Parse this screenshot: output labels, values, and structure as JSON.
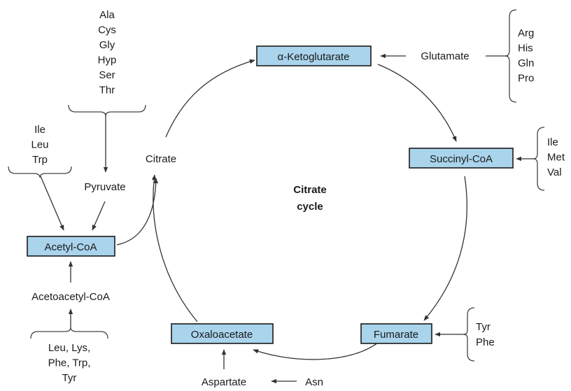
{
  "cycle_name": [
    "Citrate",
    "cycle"
  ],
  "boxes": {
    "akg": "α-Ketoglutarate",
    "succinyl": "Succinyl-CoA",
    "fumarate": "Fumarate",
    "oxaloacetate": "Oxaloacetate",
    "acetylcoa": "Acetyl-CoA"
  },
  "intermediates": {
    "citrate": "Citrate",
    "pyruvate": "Pyruvate",
    "glutamate": "Glutamate",
    "aspartate": "Aspartate",
    "acetoacetyl": "Acetoacetyl-CoA",
    "asn": "Asn"
  },
  "groups": {
    "pyruvate_aa": [
      "Ala",
      "Cys",
      "Gly",
      "Hyp",
      "Ser",
      "Thr"
    ],
    "acetyl_aa": [
      "Ile",
      "Leu",
      "Trp"
    ],
    "glutamate_aa": [
      "Arg",
      "His",
      "Gln",
      "Pro"
    ],
    "succinyl_aa": [
      "Ile",
      "Met",
      "Val"
    ],
    "fumarate_aa": [
      "Tyr",
      "Phe"
    ],
    "acetoacetyl_aa": [
      "Leu, Lys,",
      "Phe, Trp,",
      "Tyr"
    ]
  },
  "colors": {
    "box_fill": "#a9d4ec",
    "stroke": "#1a1a1a"
  }
}
